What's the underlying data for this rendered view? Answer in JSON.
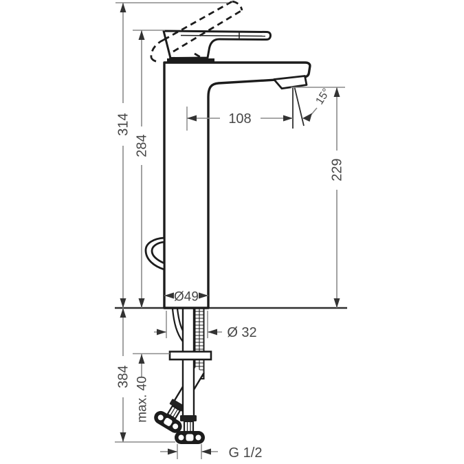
{
  "drawing": {
    "kind": "technical dimensional drawing",
    "subject": "single-lever basin mixer faucet, tall spout, with mounting shank and supply hoses",
    "background_color": "#ffffff",
    "product_line_color": "#1c1c1c",
    "dimension_line_color": "#8a8a8a",
    "arrow_color": "#333333",
    "text_color": "#474747"
  },
  "dimensions": {
    "overall_height": {
      "label": "314"
    },
    "height_to_handle": {
      "label": "284"
    },
    "spout_reach": {
      "label": "108"
    },
    "spray_angle": {
      "label": "15°"
    },
    "spout_height_above_deck": {
      "label": "229"
    },
    "base_diameter": {
      "label": "Ø49"
    },
    "hole_diameter": {
      "label": "Ø 32"
    },
    "below_deck_length": {
      "label": "384"
    },
    "max_mounting_thickness": {
      "label": "max. 40"
    },
    "connection_thread": {
      "label": "G 1/2"
    }
  }
}
